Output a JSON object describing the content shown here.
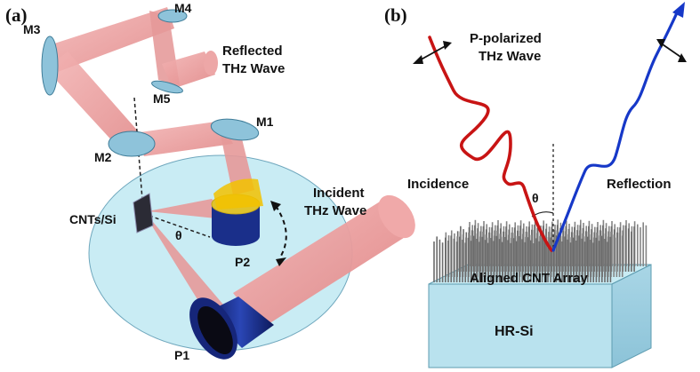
{
  "panels": {
    "a": {
      "tag": "(a)",
      "labels": {
        "m3": "M3",
        "m4": "M4",
        "m5": "M5",
        "m2": "M2",
        "m1": "M1",
        "reflected_line1": "Reflected",
        "reflected_line2": "THz Wave",
        "incident_line1": "Incident",
        "incident_line2": "THz Wave",
        "sample": "CNTs/Si",
        "theta": "θ",
        "p2": "P2",
        "p1": "P1"
      }
    },
    "b": {
      "tag": "(b)",
      "labels": {
        "polarization_line1": "P-polarized",
        "polarization_line2": "THz Wave",
        "incidence": "Incidence",
        "reflection": "Reflection",
        "theta": "θ",
        "array": "Aligned CNT Array",
        "substrate": "HR-Si"
      }
    }
  },
  "colors": {
    "beam": "#e88f8f",
    "mirror": "#8ec3da",
    "table": "#c9ecf4",
    "polarizer": "#1a2f8a",
    "incident_wave": "#c81414",
    "reflected_wave": "#1638c8",
    "substrate": "#b9e2ee",
    "cnt": "#666666"
  }
}
